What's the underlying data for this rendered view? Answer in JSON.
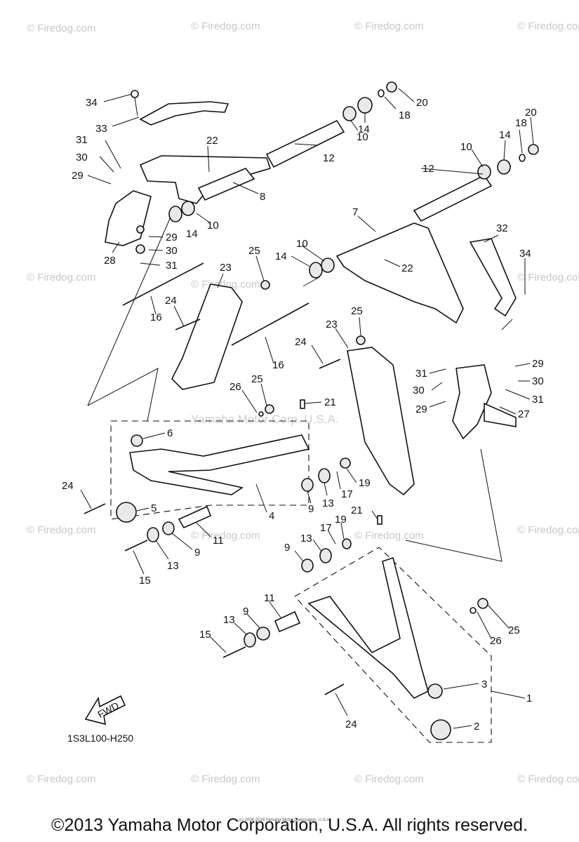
{
  "watermark": {
    "text": "© Firedog.com",
    "center_text": "© Firedog.com",
    "overlay_text": "Yamaha Motor Corp. U.S.A."
  },
  "diagram": {
    "reference_code": "1S3L100-H250",
    "fwd_label": "FWD",
    "tiny_copyright": "(c) 2006 2016 Yamaha Motor Corporation, U.S.A.",
    "callouts": [
      "1",
      "2",
      "3",
      "4",
      "5",
      "6",
      "7",
      "8",
      "9",
      "10",
      "11",
      "12",
      "13",
      "14",
      "15",
      "16",
      "17",
      "18",
      "19",
      "20",
      "21",
      "22",
      "23",
      "24",
      "25",
      "26",
      "27",
      "28",
      "29",
      "30",
      "31",
      "32",
      "33",
      "34"
    ]
  },
  "footer": {
    "copyright": "©2013 Yamaha Motor Corporation, U.S.A. All rights reserved."
  }
}
